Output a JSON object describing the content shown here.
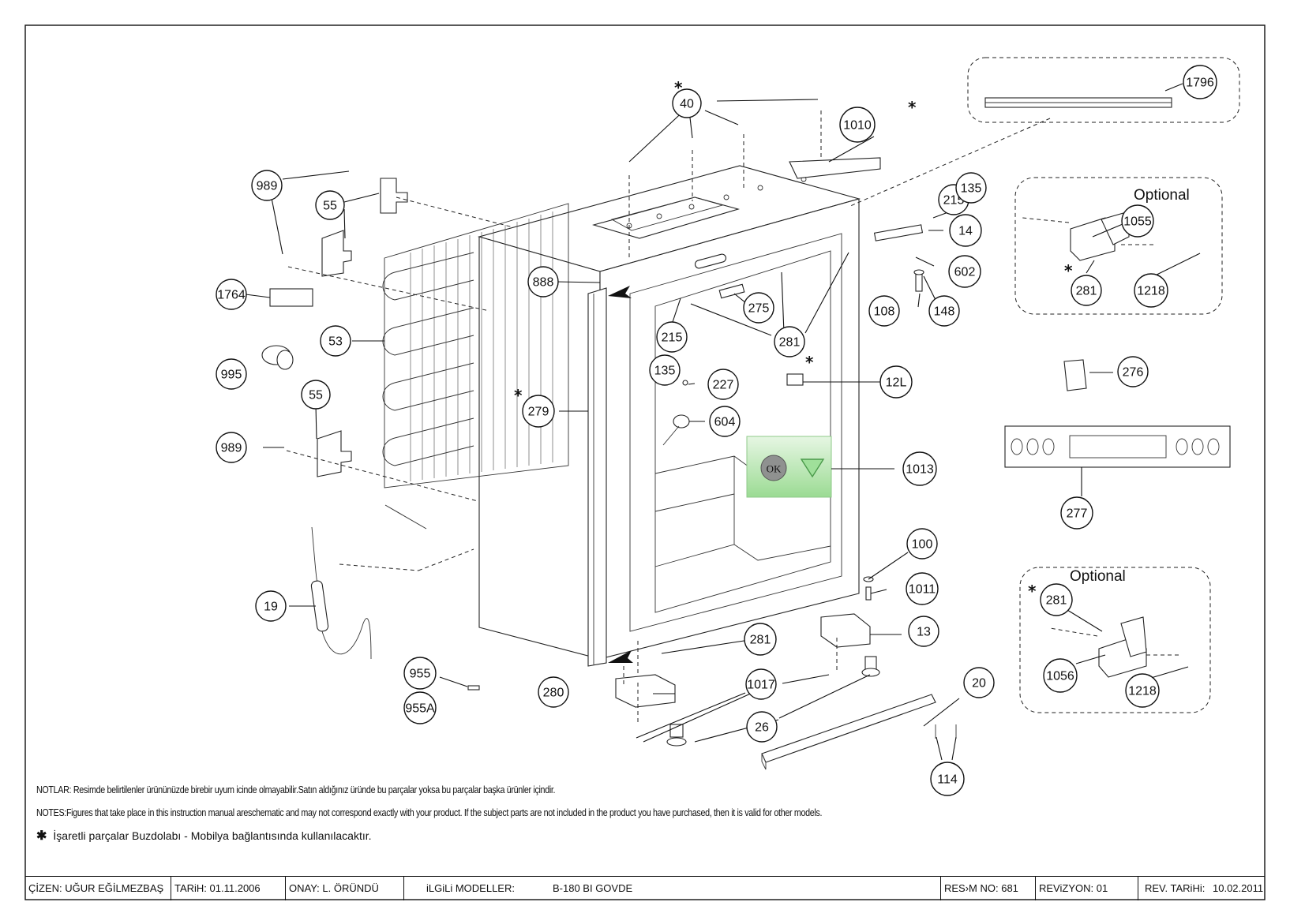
{
  "callouts": [
    {
      "id": "40"
    },
    {
      "id": "1010"
    },
    {
      "id": "1796"
    },
    {
      "id": "989a",
      "label": "989"
    },
    {
      "id": "55a",
      "label": "55"
    },
    {
      "id": "1764"
    },
    {
      "id": "53"
    },
    {
      "id": "995"
    },
    {
      "id": "55b",
      "label": "55"
    },
    {
      "id": "989b",
      "label": "989"
    },
    {
      "id": "19"
    },
    {
      "id": "955"
    },
    {
      "id": "955A"
    },
    {
      "id": "888"
    },
    {
      "id": "279"
    },
    {
      "id": "215a",
      "label": "215"
    },
    {
      "id": "135a",
      "label": "135"
    },
    {
      "id": "275"
    },
    {
      "id": "227"
    },
    {
      "id": "604"
    },
    {
      "id": "281a",
      "label": "281"
    },
    {
      "id": "12L"
    },
    {
      "id": "1013"
    },
    {
      "id": "215b",
      "label": "215"
    },
    {
      "id": "135b",
      "label": "135"
    },
    {
      "id": "14"
    },
    {
      "id": "602"
    },
    {
      "id": "108"
    },
    {
      "id": "148"
    },
    {
      "id": "1055"
    },
    {
      "id": "281b",
      "label": "281"
    },
    {
      "id": "1218a",
      "label": "1218"
    },
    {
      "id": "276"
    },
    {
      "id": "277"
    },
    {
      "id": "100"
    },
    {
      "id": "1011"
    },
    {
      "id": "13"
    },
    {
      "id": "281c",
      "label": "281"
    },
    {
      "id": "280"
    },
    {
      "id": "1017"
    },
    {
      "id": "26"
    },
    {
      "id": "20"
    },
    {
      "id": "114"
    },
    {
      "id": "281d",
      "label": "281"
    },
    {
      "id": "1056"
    },
    {
      "id": "1218b",
      "label": "1218"
    }
  ],
  "optional_labels": [
    "Optional",
    "Optional"
  ],
  "button_label": "OK",
  "notes": {
    "tr": "NOTLAR: Resimde belirtilenler ürününüzde birebir  uyum icinde olmayabilir.Satın aldığınız üründe bu parçalar yoksa bu parçalar başka ürünler içindir.",
    "en": "NOTES:Figures that take place in this instruction manual areschematic  and may not correspond exactly with your product. If the subject parts are not included in the product you have purchased, then it is valid for other models.",
    "star_symbol": "✱",
    "star_note": "İşaretli parçalar Buzdolabı - Mobilya bağlantısında kullanılacaktır."
  },
  "title_block": {
    "drawn_by": "ÇİZEN: UĞUR EĞİLMEZBAŞ",
    "date": "TARiH: 01.11.2006",
    "approved": "ONAY: L. ÖRÜNDÜ",
    "models_label": "iLGiLi MODELLER:",
    "models_value": "B-180 BI GOVDE",
    "drawing_no": "RES›M NO: 681",
    "revision": "REViZYON: 01",
    "rev_date_label": "REV. TARiHi:",
    "rev_date_value": "10.02.2011"
  },
  "colors": {
    "line": "#111111",
    "highlight_bg": "#b9e8b4",
    "button_fill": "#8f9190"
  }
}
